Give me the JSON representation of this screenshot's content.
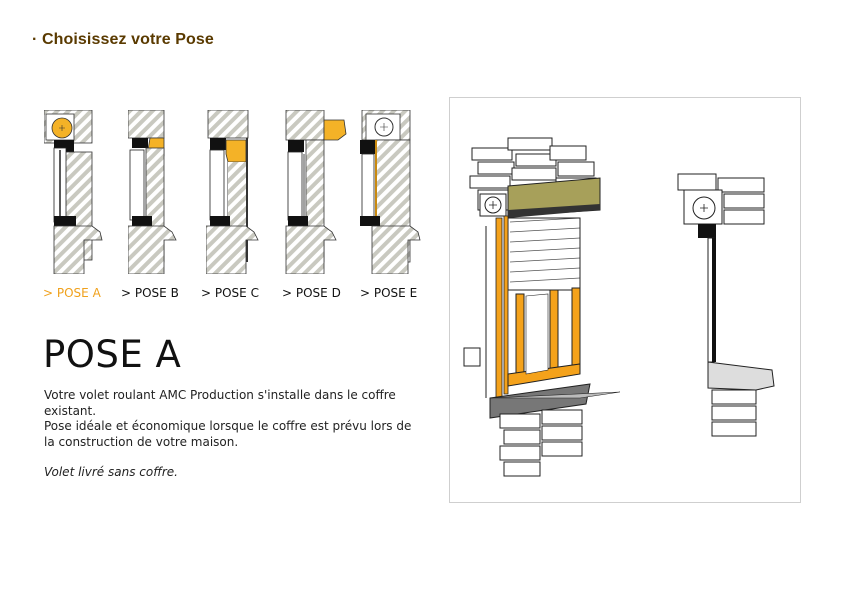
{
  "page": {
    "title": "· Choisissez votre Pose"
  },
  "poses": [
    {
      "label": "> POSE A",
      "active": true
    },
    {
      "label": "> POSE B",
      "active": false
    },
    {
      "label": "> POSE C",
      "active": false
    },
    {
      "label": "> POSE D",
      "active": false
    },
    {
      "label": "> POSE E",
      "active": false
    }
  ],
  "detail": {
    "heading": "POSE A",
    "paragraph1": "Votre volet roulant AMC Production s'installe dans le coffre existant.",
    "paragraph2": "Pose idéale et économique lorsque le coffre est prévu  lors de la construction de votre maison.",
    "note": "Volet livré sans coffre."
  },
  "colors": {
    "title": "#5a3a00",
    "accent": "#f0a11c",
    "hatch": "#c9c9c0"
  }
}
